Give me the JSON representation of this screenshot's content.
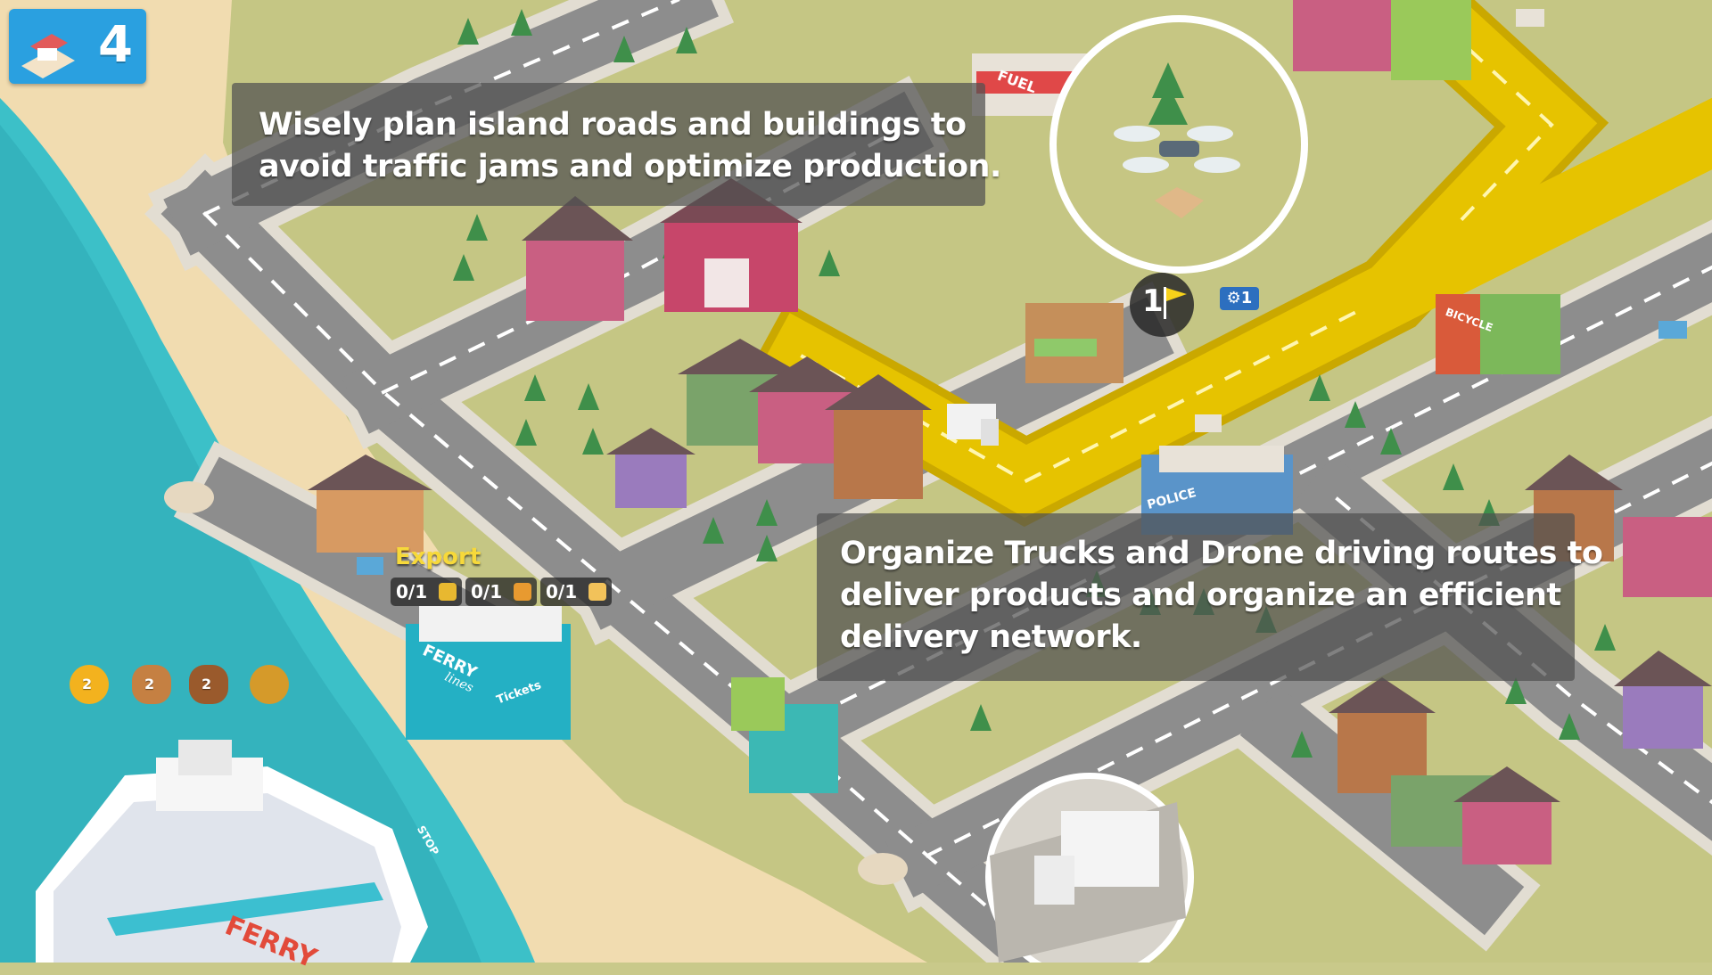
{
  "hud": {
    "level_count": "4",
    "icon": "road-building-icon"
  },
  "captions": {
    "plan": [
      "Wisely plan island roads and buildings to",
      "avoid traffic jams and optimize production."
    ],
    "organize": [
      "Organize Trucks and Drone driving routes to",
      "deliver products and organize an efficient",
      "delivery network."
    ]
  },
  "export": {
    "label": "Export",
    "slots": [
      {
        "text": "0/1",
        "icon": "corn-icon",
        "color": "#e8b830"
      },
      {
        "text": "0/1",
        "icon": "bread-icon",
        "color": "#e89a30"
      },
      {
        "text": "0/1",
        "icon": "cheese-icon",
        "color": "#f2c25a"
      }
    ]
  },
  "route_marker": {
    "number": "1",
    "icon": "yellow-flag-icon"
  },
  "route_badge": {
    "text": "⚙1",
    "icon": "gear-icon"
  },
  "resources": [
    {
      "icon": "hard-hat-icon",
      "count": "2",
      "color": "#f3b21e"
    },
    {
      "icon": "amphora-icon",
      "count": "2",
      "color": "#c58042"
    },
    {
      "icon": "amphora-icon",
      "count": "2",
      "color": "#9a5a2c"
    },
    {
      "icon": "coins-icon",
      "count": "",
      "color": "#d59a2a"
    }
  ],
  "signs": {
    "fuel": "FUEL",
    "police": "POLICE",
    "ferry_building": "FERRY",
    "ferry_sub": "lines",
    "tickets": "Tickets",
    "ship": "FERRY",
    "stop": "STOP",
    "bicycle": "BICYCLE"
  },
  "colors": {
    "grass": "#c8c987",
    "road": "#8a8a8a",
    "road_highlight": "#e5c200",
    "sand": "#f1dcb0",
    "water": "#3cc0c8",
    "badge_blue": "#2aa0e0"
  }
}
